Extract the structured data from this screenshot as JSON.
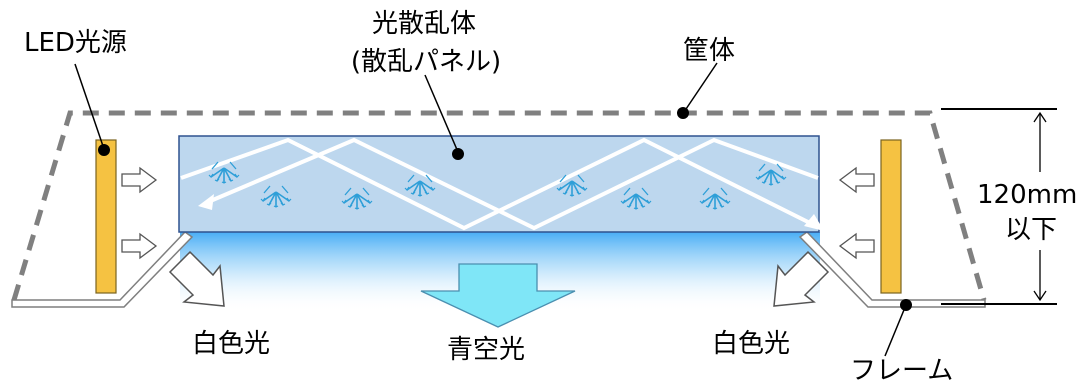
{
  "labels": {
    "led_source": "LED光源",
    "scatter_body": "光散乱体",
    "scatter_panel": "(散乱パネル)",
    "housing": "筐体",
    "height_value": "120mm",
    "height_qualifier": "以下",
    "white_light_left": "白色光",
    "blue_sky_light": "青空光",
    "white_light_right": "白色光",
    "frame": "フレーム"
  },
  "colors": {
    "panel_fill": "#bdd7ee",
    "panel_border": "#2f528f",
    "led_fill": "#f5c242",
    "housing_dash": "#808080",
    "blue_glow": "#3fa9f5",
    "blue_arrow": "#7fe6f7",
    "scatter_icon": "#2e9fd8"
  }
}
